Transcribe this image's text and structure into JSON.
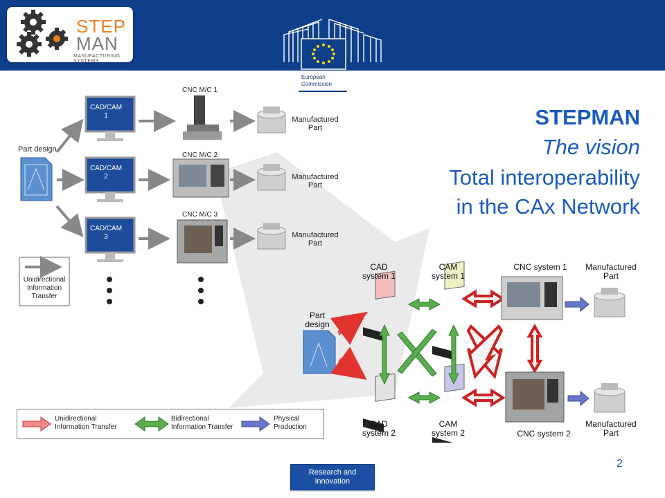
{
  "logo": {
    "step": "STEP",
    "man": "MAN",
    "sub": "MANUFACTURING SYSTEMS"
  },
  "ec": {
    "line1": "European",
    "line2": "Commission"
  },
  "title": {
    "line1": "STEPMAN",
    "line2": "The vision",
    "line3": "Total interoperability",
    "line4": "in the CAx Network"
  },
  "top_diagram": {
    "part_design": "Part design",
    "cadcam": [
      "CAD/CAM\n1",
      "CAD/CAM\n2",
      "CAD/CAM\n3"
    ],
    "cnc": [
      "CNC M/C 1",
      "CNC M/C 2",
      "CNC M/C 3"
    ],
    "manufactured": "Manufactured\nPart",
    "legend": "Unidirectional\nInformation\nTransfer"
  },
  "bottom_diagram": {
    "cad1": "CAD\nsystem 1",
    "cam1": "CAM\nsystem 1",
    "cnc1": "CNC system 1",
    "mp1": "Manufactured\nPart",
    "part_design": "Part\ndesign",
    "cad2": "CAD\nsystem 2",
    "cam2": "CAM\nsystem 2",
    "cnc2": "CNC system 2",
    "mp2": "Manufactured\nPart"
  },
  "legend": {
    "uni": "Unidirectional\nInformation Transfer",
    "bi": "Bidirectional\nInformation Transfer",
    "phys": "Physical\nProduction"
  },
  "footer": {
    "button": "Research and\ninnovation",
    "page": "2"
  },
  "colors": {
    "bar": "#0e3f8a",
    "title": "#1a5bbf",
    "red_arrow": "#e2342f",
    "green_arrow": "#3a8a35",
    "blue_arrow": "#6677c8"
  }
}
